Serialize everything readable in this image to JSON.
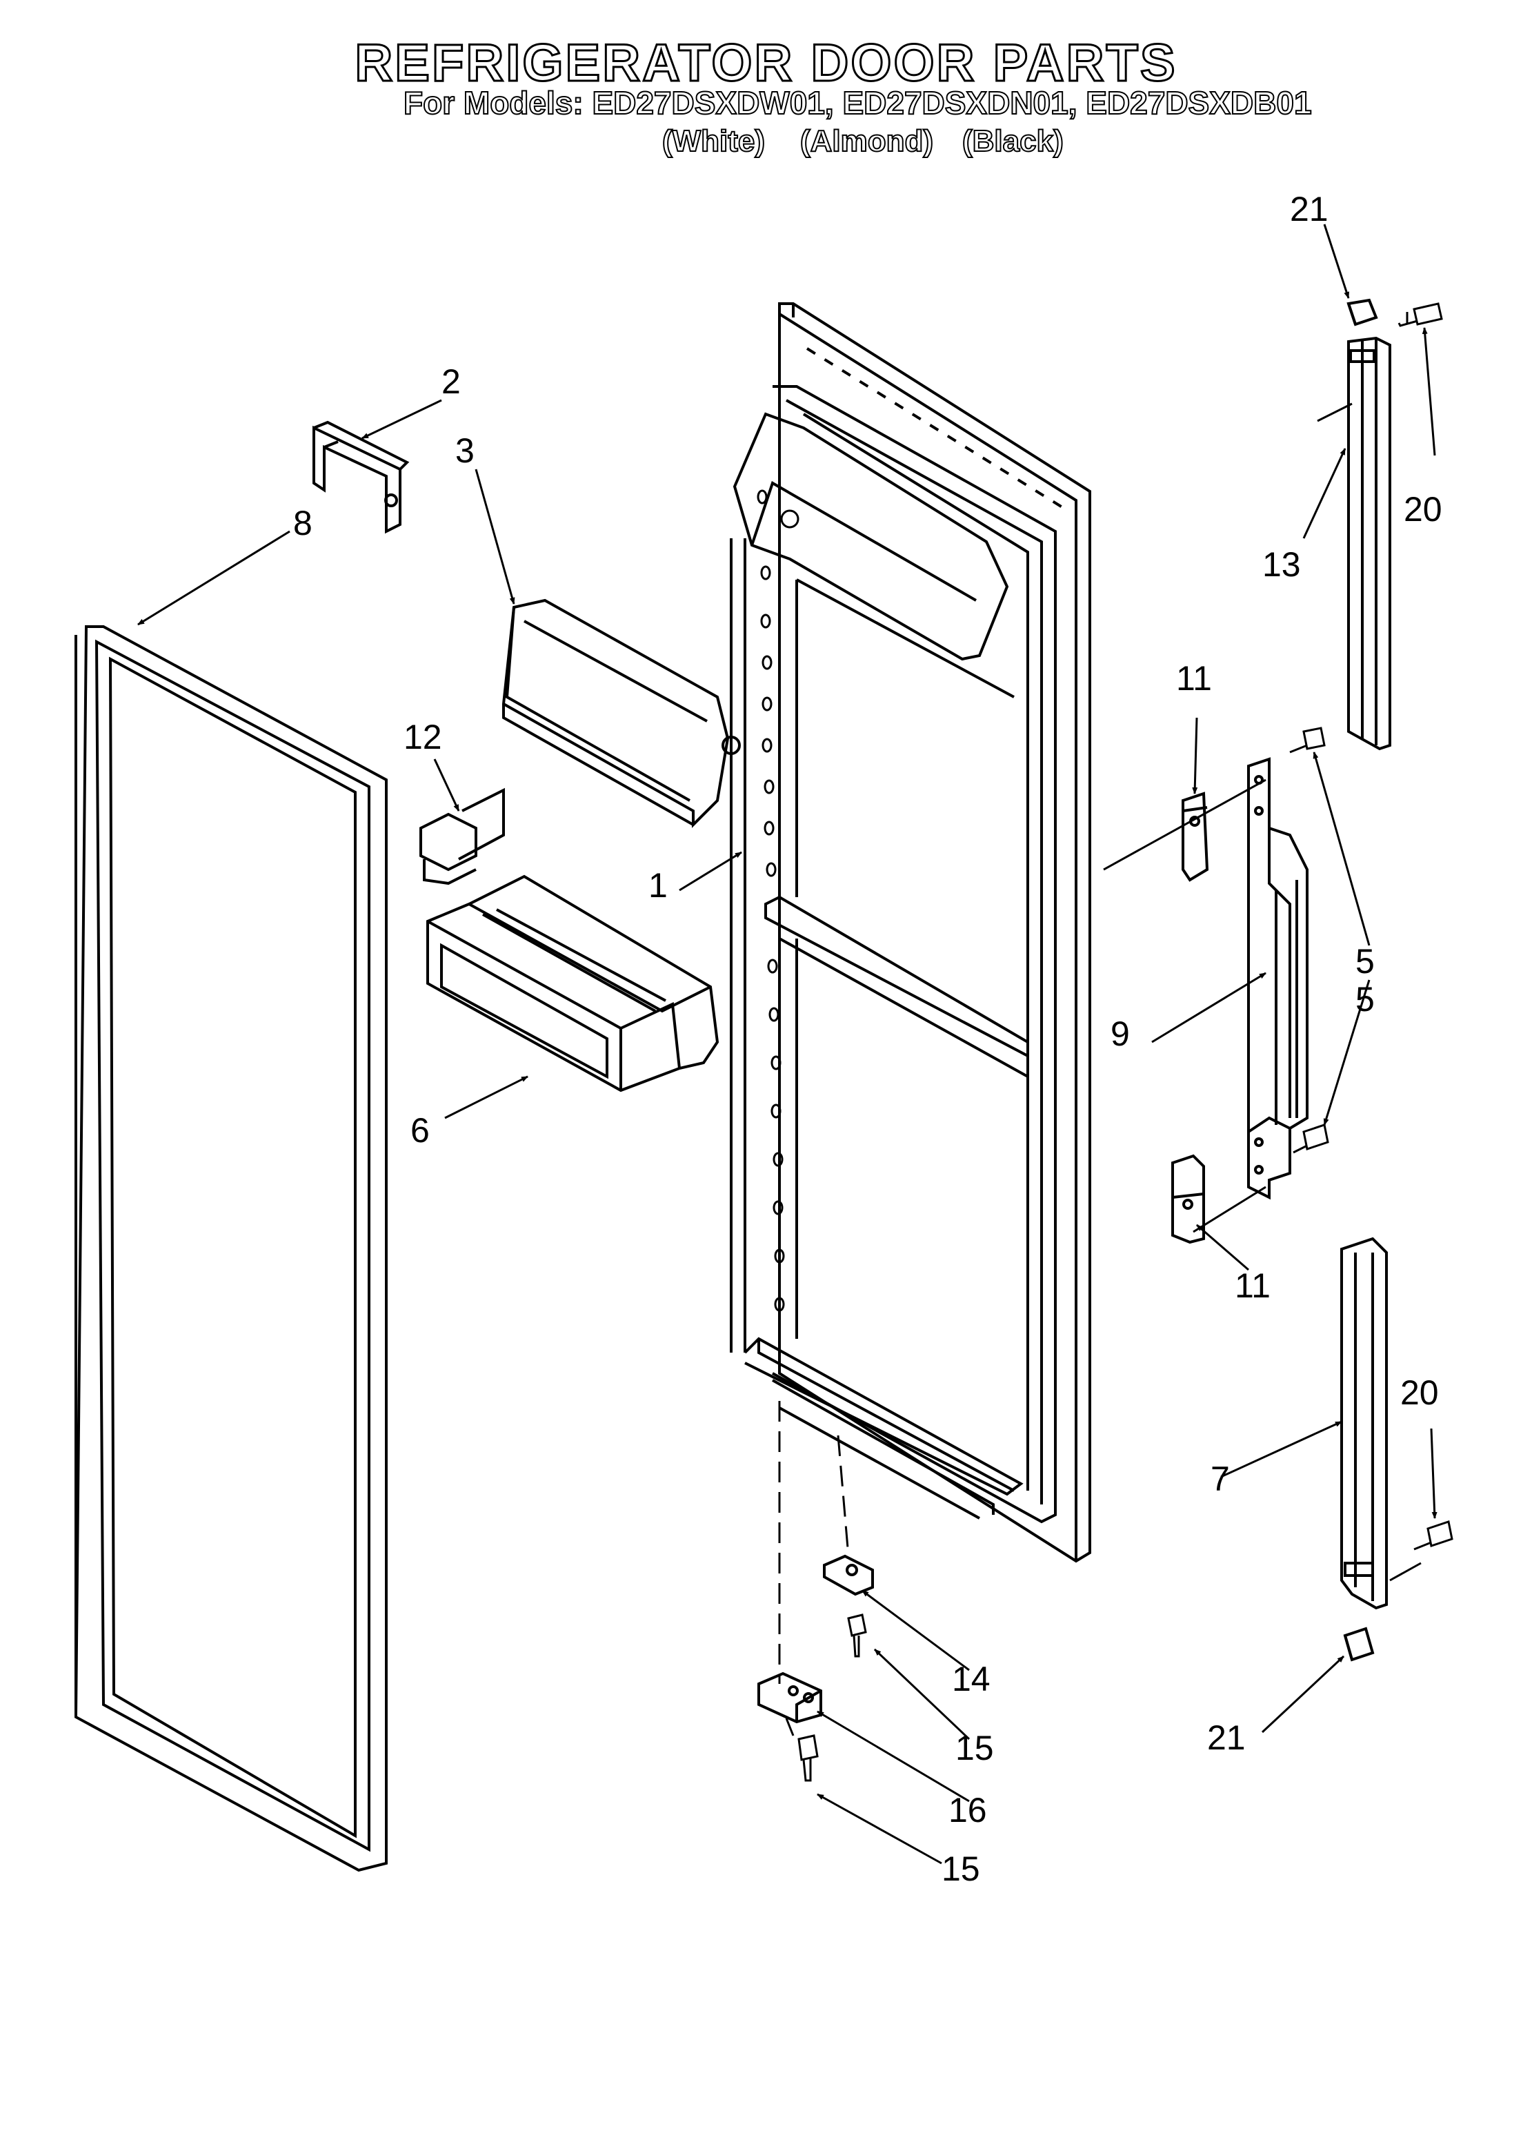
{
  "header": {
    "title": "REFRIGERATOR DOOR PARTS",
    "models": "For Models: ED27DSXDW01, ED27DSXDN01, ED27DSXDB01",
    "variants": [
      "(White)",
      "(Almond)",
      "(Black)"
    ]
  },
  "callouts": {
    "c1": "1",
    "c2": "2",
    "c3": "3",
    "c5a": "5",
    "c5b": "5",
    "c6": "6",
    "c7": "7",
    "c8": "8",
    "c9": "9",
    "c11a": "11",
    "c11b": "11",
    "c12": "12",
    "c13": "13",
    "c14": "14",
    "c15a": "15",
    "c15b": "15",
    "c16": "16",
    "c20a": "20",
    "c20b": "20",
    "c21a": "21",
    "c21b": "21"
  }
}
